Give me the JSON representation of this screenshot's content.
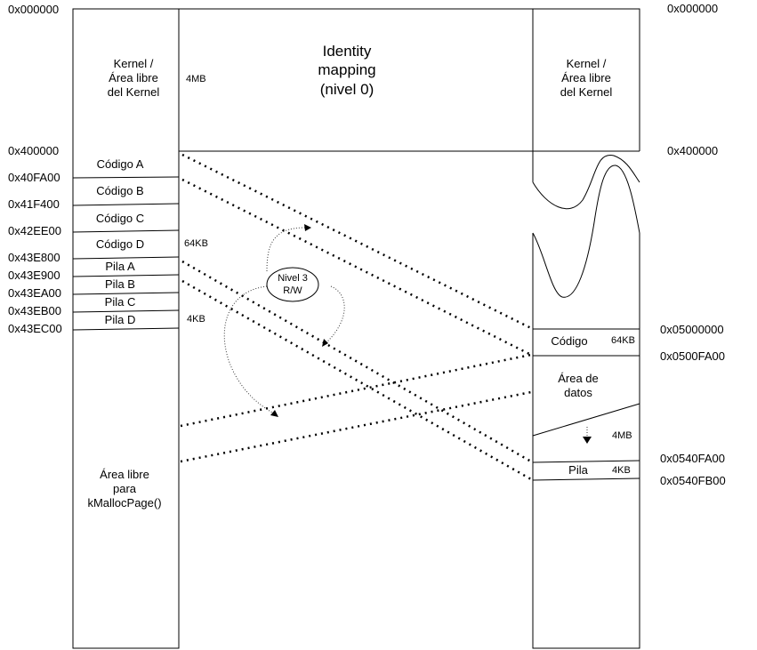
{
  "title_lines": [
    "Identity",
    "mapping",
    "(nivel 0)"
  ],
  "left_addresses": {
    "top": "0x000000",
    "a400000": "0x400000",
    "a40fa00": "0x40FA00",
    "a41f400": "0x41F400",
    "a42ee00": "0x42EE00",
    "a43e800": "0x43E800",
    "a43e900": "0x43E900",
    "a43ea00": "0x43EA00",
    "a43eb00": "0x43EB00",
    "a43ec00": "0x43EC00"
  },
  "right_addresses": {
    "top": "0x000000",
    "a400000": "0x400000",
    "a5000000": "0x05000000",
    "a500fa00": "0x0500FA00",
    "a540fa00": "0x0540FA00",
    "a540fb00": "0x0540FB00"
  },
  "left_column": {
    "kernel_lines": [
      "Kernel /",
      "Área libre",
      "del Kernel"
    ],
    "codigo_a": "Código A",
    "codigo_b": "Código B",
    "codigo_c": "Código C",
    "codigo_d": "Código D",
    "pila_a": "Pila A",
    "pila_b": "Pila B",
    "pila_c": "Pila C",
    "pila_d": "Pila D",
    "free_lines": [
      "Área libre",
      "para",
      "kMallocPage()"
    ]
  },
  "right_column": {
    "kernel_lines": [
      "Kernel /",
      "Área libre",
      "del Kernel"
    ],
    "codigo": "Código",
    "datos_lines": [
      "Área de",
      "datos"
    ],
    "pila": "Pila"
  },
  "sizes": {
    "left_4mb": "4MB",
    "left_64kb": "64KB",
    "left_4kb": "4KB",
    "right_64kb": "64KB",
    "right_4mb": "4MB",
    "right_4kb": "4KB"
  },
  "bubble_lines": [
    "Nivel 3",
    "R/W"
  ]
}
